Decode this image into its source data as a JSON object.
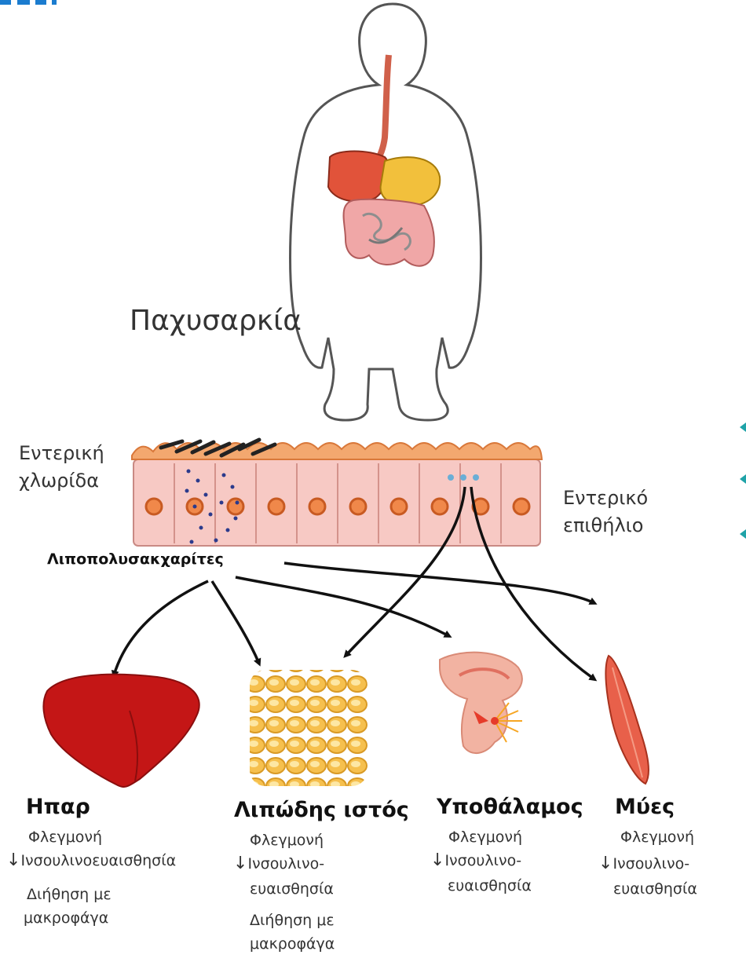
{
  "title": "Παχυσαρκία",
  "gut_flora_label": [
    "Εντερική",
    "χλωρίδα"
  ],
  "epithelium_label": [
    "Εντερικό",
    "επιθήλιο"
  ],
  "lps_label": "Λιποπολυσακχαρίτες",
  "organs": [
    {
      "name": "Ηπαρ",
      "effects": [
        "Φλεγμονή",
        "Ινσουλινοευαισθησία",
        "Διήθηση με",
        "μακροφάγα"
      ]
    },
    {
      "name": "Λιπώδης ιστός",
      "effects": [
        "Φλεγμονή",
        "Ινσουλινο-",
        "ευαισθησία",
        "Διήθηση με",
        "μακροφάγα"
      ]
    },
    {
      "name": "Υποθάλαμος",
      "effects": [
        "Φλεγμονή",
        "Ινσουλινο-",
        "ευαισθησία"
      ]
    },
    {
      "name": "Μύες",
      "effects": [
        "Φλεγμονή",
        "Ινσουλινο-",
        "ευαισθησία"
      ]
    }
  ],
  "decrease_symbol": "↓",
  "colors": {
    "liver": "#c41616",
    "fat": "#f5c35a",
    "muscle": "#e8604a",
    "epithelium": "#f7c9c4",
    "gut": "#e06a50"
  }
}
